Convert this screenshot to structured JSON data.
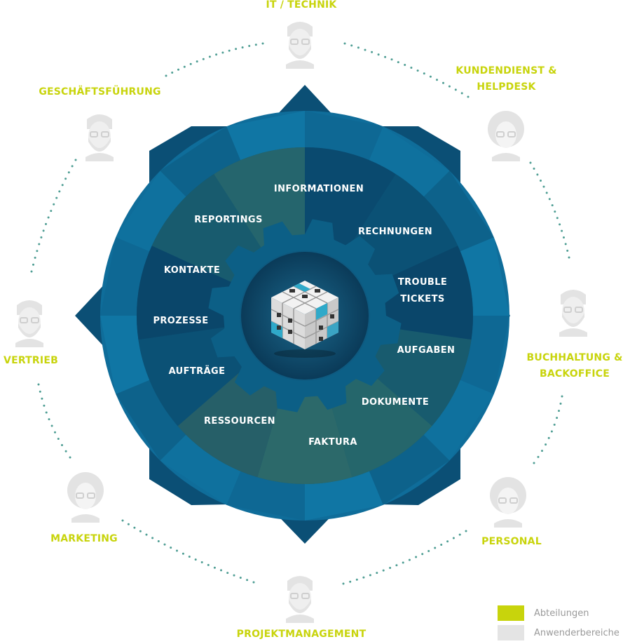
{
  "colors": {
    "department": "#c8d40c",
    "outer_ring": "#0f6d9a",
    "middle_ring": "#0b4e74",
    "inner_ring": "#0c5f86",
    "center": "#0a3d5c",
    "user_icon": "#e3e3e3",
    "dots": "#4f9e94"
  },
  "departments": [
    {
      "id": "it",
      "label": "IT / TECHNIK",
      "icon": "man-glasses-icon"
    },
    {
      "id": "kundendienst",
      "label": "KUNDENDIENST &\nHELPDESK",
      "icon": "woman-bun-glasses-icon"
    },
    {
      "id": "buchhaltung",
      "label": "BUCHHALTUNG &\nBACKOFFICE",
      "icon": "man-mustache-glasses-icon"
    },
    {
      "id": "personal",
      "label": "PERSONAL",
      "icon": "woman-curly-hair-icon"
    },
    {
      "id": "projektmanagement",
      "label": "PROJEKTMANAGEMENT",
      "icon": "man-beard-sunglasses-icon"
    },
    {
      "id": "marketing",
      "label": "MARKETING",
      "icon": "woman-glasses-icon"
    },
    {
      "id": "vertrieb",
      "label": "VERTRIEB",
      "icon": "man-beard-glasses-icon"
    },
    {
      "id": "geschaeftsfuehrung",
      "label": "GESCHÄFTSFÜHRUNG",
      "icon": "man-goatee-glasses-icon"
    }
  ],
  "areas": [
    {
      "id": "informationen",
      "label": "INFORMATIONEN"
    },
    {
      "id": "rechnungen",
      "label": "RECHNUNGEN"
    },
    {
      "id": "trouble-tickets",
      "label": "TROUBLE\nTICKETS"
    },
    {
      "id": "aufgaben",
      "label": "AUFGABEN"
    },
    {
      "id": "dokumente",
      "label": "DOKUMENTE"
    },
    {
      "id": "faktura",
      "label": "FAKTURA"
    },
    {
      "id": "ressourcen",
      "label": "RESSOURCEN"
    },
    {
      "id": "auftraege",
      "label": "AUFTRÄGE"
    },
    {
      "id": "prozesse",
      "label": "PROZESSE"
    },
    {
      "id": "kontakte",
      "label": "KONTAKTE"
    },
    {
      "id": "reportings",
      "label": "REPORTINGS"
    }
  ],
  "center": {
    "icon": "app-cube-icon"
  },
  "legend": {
    "items": [
      {
        "label": "Abteilungen",
        "color": "#c8d40c"
      },
      {
        "label": "Anwenderbereiche",
        "color": "#e4e4e4"
      }
    ]
  }
}
